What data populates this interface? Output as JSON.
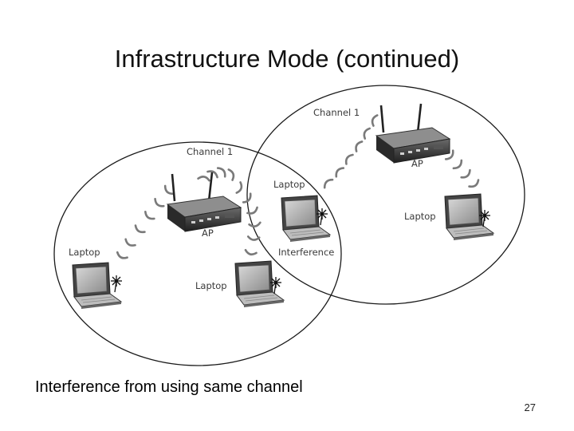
{
  "slide": {
    "title": "Infrastructure Mode (continued)",
    "caption": "Interference from using same channel",
    "page_number": "27"
  },
  "diagram": {
    "left_cell": {
      "channel_label": "Channel 1",
      "ap_label": "AP",
      "laptop_left_label": "Laptop",
      "laptop_bottom_label": "Laptop"
    },
    "right_cell": {
      "channel_label": "Channel 1",
      "ap_label": "AP",
      "laptop_right_label": "Laptop"
    },
    "overlap": {
      "laptop_label": "Laptop",
      "interference_label": "Interference"
    },
    "icons": [
      "access-point-icon",
      "laptop-icon",
      "signal-wave-icon",
      "wireless-burst-icon"
    ]
  }
}
